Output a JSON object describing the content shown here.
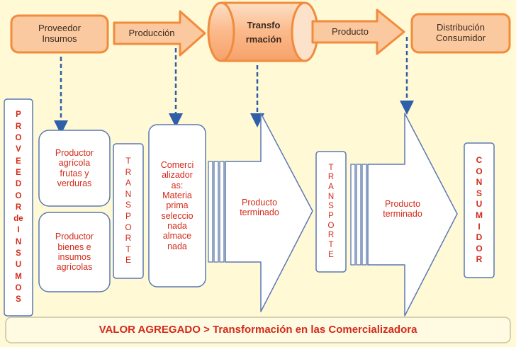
{
  "top_flow": {
    "proveedor": "Proveedor\nInsumos",
    "produccion": "Producción",
    "transformacion": "Transfo\nrmación",
    "producto": "Producto",
    "distribucion": "Distribución\nConsumidor"
  },
  "columns": {
    "proveedor_de_insumos": [
      "P",
      "R",
      "O",
      "V",
      "E",
      "E",
      "D",
      "O",
      "R",
      "de",
      "I",
      "N",
      "S",
      "U",
      "M",
      "O",
      "S"
    ],
    "productor_agricola": "Productor\nagrícola\nfrutas y\nverduras",
    "productor_bienes": "Productor\nbienes e\ninsumos\nagrícolas",
    "transporte_1": [
      "T",
      "R",
      "A",
      "N",
      "S",
      "P",
      "O",
      "R",
      "T",
      "E"
    ],
    "comercializadoras": "Comerci\nalizador\nas:\nMateria\nprima\nseleccio\nnada\nalmace\nnada",
    "producto_terminado_1": "Producto\nterminado",
    "transporte_2": [
      "T",
      "R",
      "A",
      "N",
      "S",
      "P",
      "O",
      "R",
      "T",
      "E"
    ],
    "producto_terminado_2": "Producto\nterminado",
    "consumidor": [
      "C",
      "O",
      "N",
      "S",
      "U",
      "M",
      "I",
      "D",
      "O",
      "R"
    ]
  },
  "footer": "VALOR AGREGADO > Transformación en las Comercializadora",
  "colors": {
    "orange_fill": "#fbc9a0",
    "orange_stroke": "#f28b3c",
    "red_text": "#d42a1a",
    "blue_border": "#5b78b4",
    "dashed_arrow": "#2f5fa8",
    "background": "#fff9d6"
  }
}
